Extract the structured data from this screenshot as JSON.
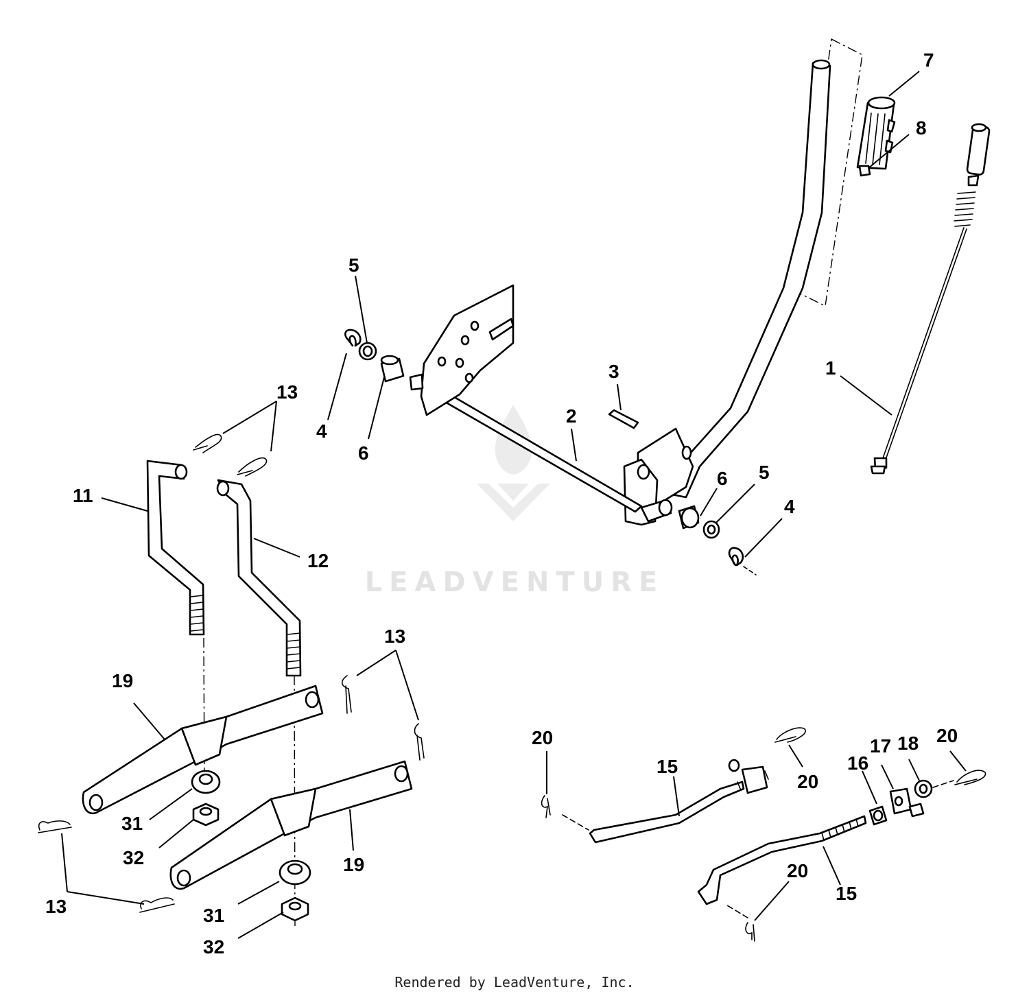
{
  "watermark": {
    "text": "LEADVENTURE"
  },
  "footer": {
    "text": "Rendered by LeadVenture, Inc."
  },
  "callouts": [
    {
      "id": "c-7",
      "label": "7"
    },
    {
      "id": "c-8",
      "label": "8"
    },
    {
      "id": "c-5a",
      "label": "5"
    },
    {
      "id": "c-1",
      "label": "1"
    },
    {
      "id": "c-3",
      "label": "3"
    },
    {
      "id": "c-13a",
      "label": "13"
    },
    {
      "id": "c-4a",
      "label": "4"
    },
    {
      "id": "c-6a",
      "label": "6"
    },
    {
      "id": "c-2",
      "label": "2"
    },
    {
      "id": "c-6b",
      "label": "6"
    },
    {
      "id": "c-5b",
      "label": "5"
    },
    {
      "id": "c-4b",
      "label": "4"
    },
    {
      "id": "c-11",
      "label": "11"
    },
    {
      "id": "c-12",
      "label": "12"
    },
    {
      "id": "c-13b",
      "label": "13"
    },
    {
      "id": "c-19a",
      "label": "19"
    },
    {
      "id": "c-31a",
      "label": "31"
    },
    {
      "id": "c-32a",
      "label": "32"
    },
    {
      "id": "c-19b",
      "label": "19"
    },
    {
      "id": "c-13c",
      "label": "13"
    },
    {
      "id": "c-31b",
      "label": "31"
    },
    {
      "id": "c-32b",
      "label": "32"
    },
    {
      "id": "c-20a",
      "label": "20"
    },
    {
      "id": "c-15a",
      "label": "15"
    },
    {
      "id": "c-20b",
      "label": "20"
    },
    {
      "id": "c-16",
      "label": "16"
    },
    {
      "id": "c-17",
      "label": "17"
    },
    {
      "id": "c-18",
      "label": "18"
    },
    {
      "id": "c-20c",
      "label": "20"
    },
    {
      "id": "c-20d",
      "label": "20"
    },
    {
      "id": "c-15b",
      "label": "15"
    }
  ]
}
